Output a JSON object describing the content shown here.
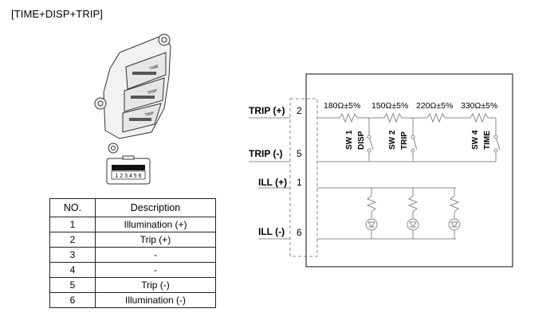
{
  "title": "[TIME+DISP+TRIP]",
  "part_labels": [
    "TIME",
    "DISP",
    "TRIP"
  ],
  "connector_pins": "1 2 3 4 5 6",
  "table": {
    "headers": [
      "NO.",
      "Description"
    ],
    "rows": [
      {
        "no": "1",
        "desc": "Illumination (+)"
      },
      {
        "no": "2",
        "desc": "Trip (+)"
      },
      {
        "no": "3",
        "desc": "-"
      },
      {
        "no": "4",
        "desc": "-"
      },
      {
        "no": "5",
        "desc": "Trip (-)"
      },
      {
        "no": "6",
        "desc": "Illumination (-)"
      }
    ]
  },
  "schematic": {
    "terminals": [
      {
        "name": "TRIP (+)",
        "pin": "2"
      },
      {
        "name": "TRIP (-)",
        "pin": "5"
      },
      {
        "name": "ILL (+)",
        "pin": "1"
      },
      {
        "name": "ILL (-)",
        "pin": "6"
      }
    ],
    "resistors": [
      "180Ω±5%",
      "150Ω±5%",
      "220Ω±5%",
      "330Ω±5%"
    ],
    "switches": [
      {
        "id": "SW 1",
        "name": "DISP"
      },
      {
        "id": "SW 2",
        "name": "TRIP"
      },
      {
        "id": "SW 4",
        "name": "TIME"
      }
    ]
  }
}
